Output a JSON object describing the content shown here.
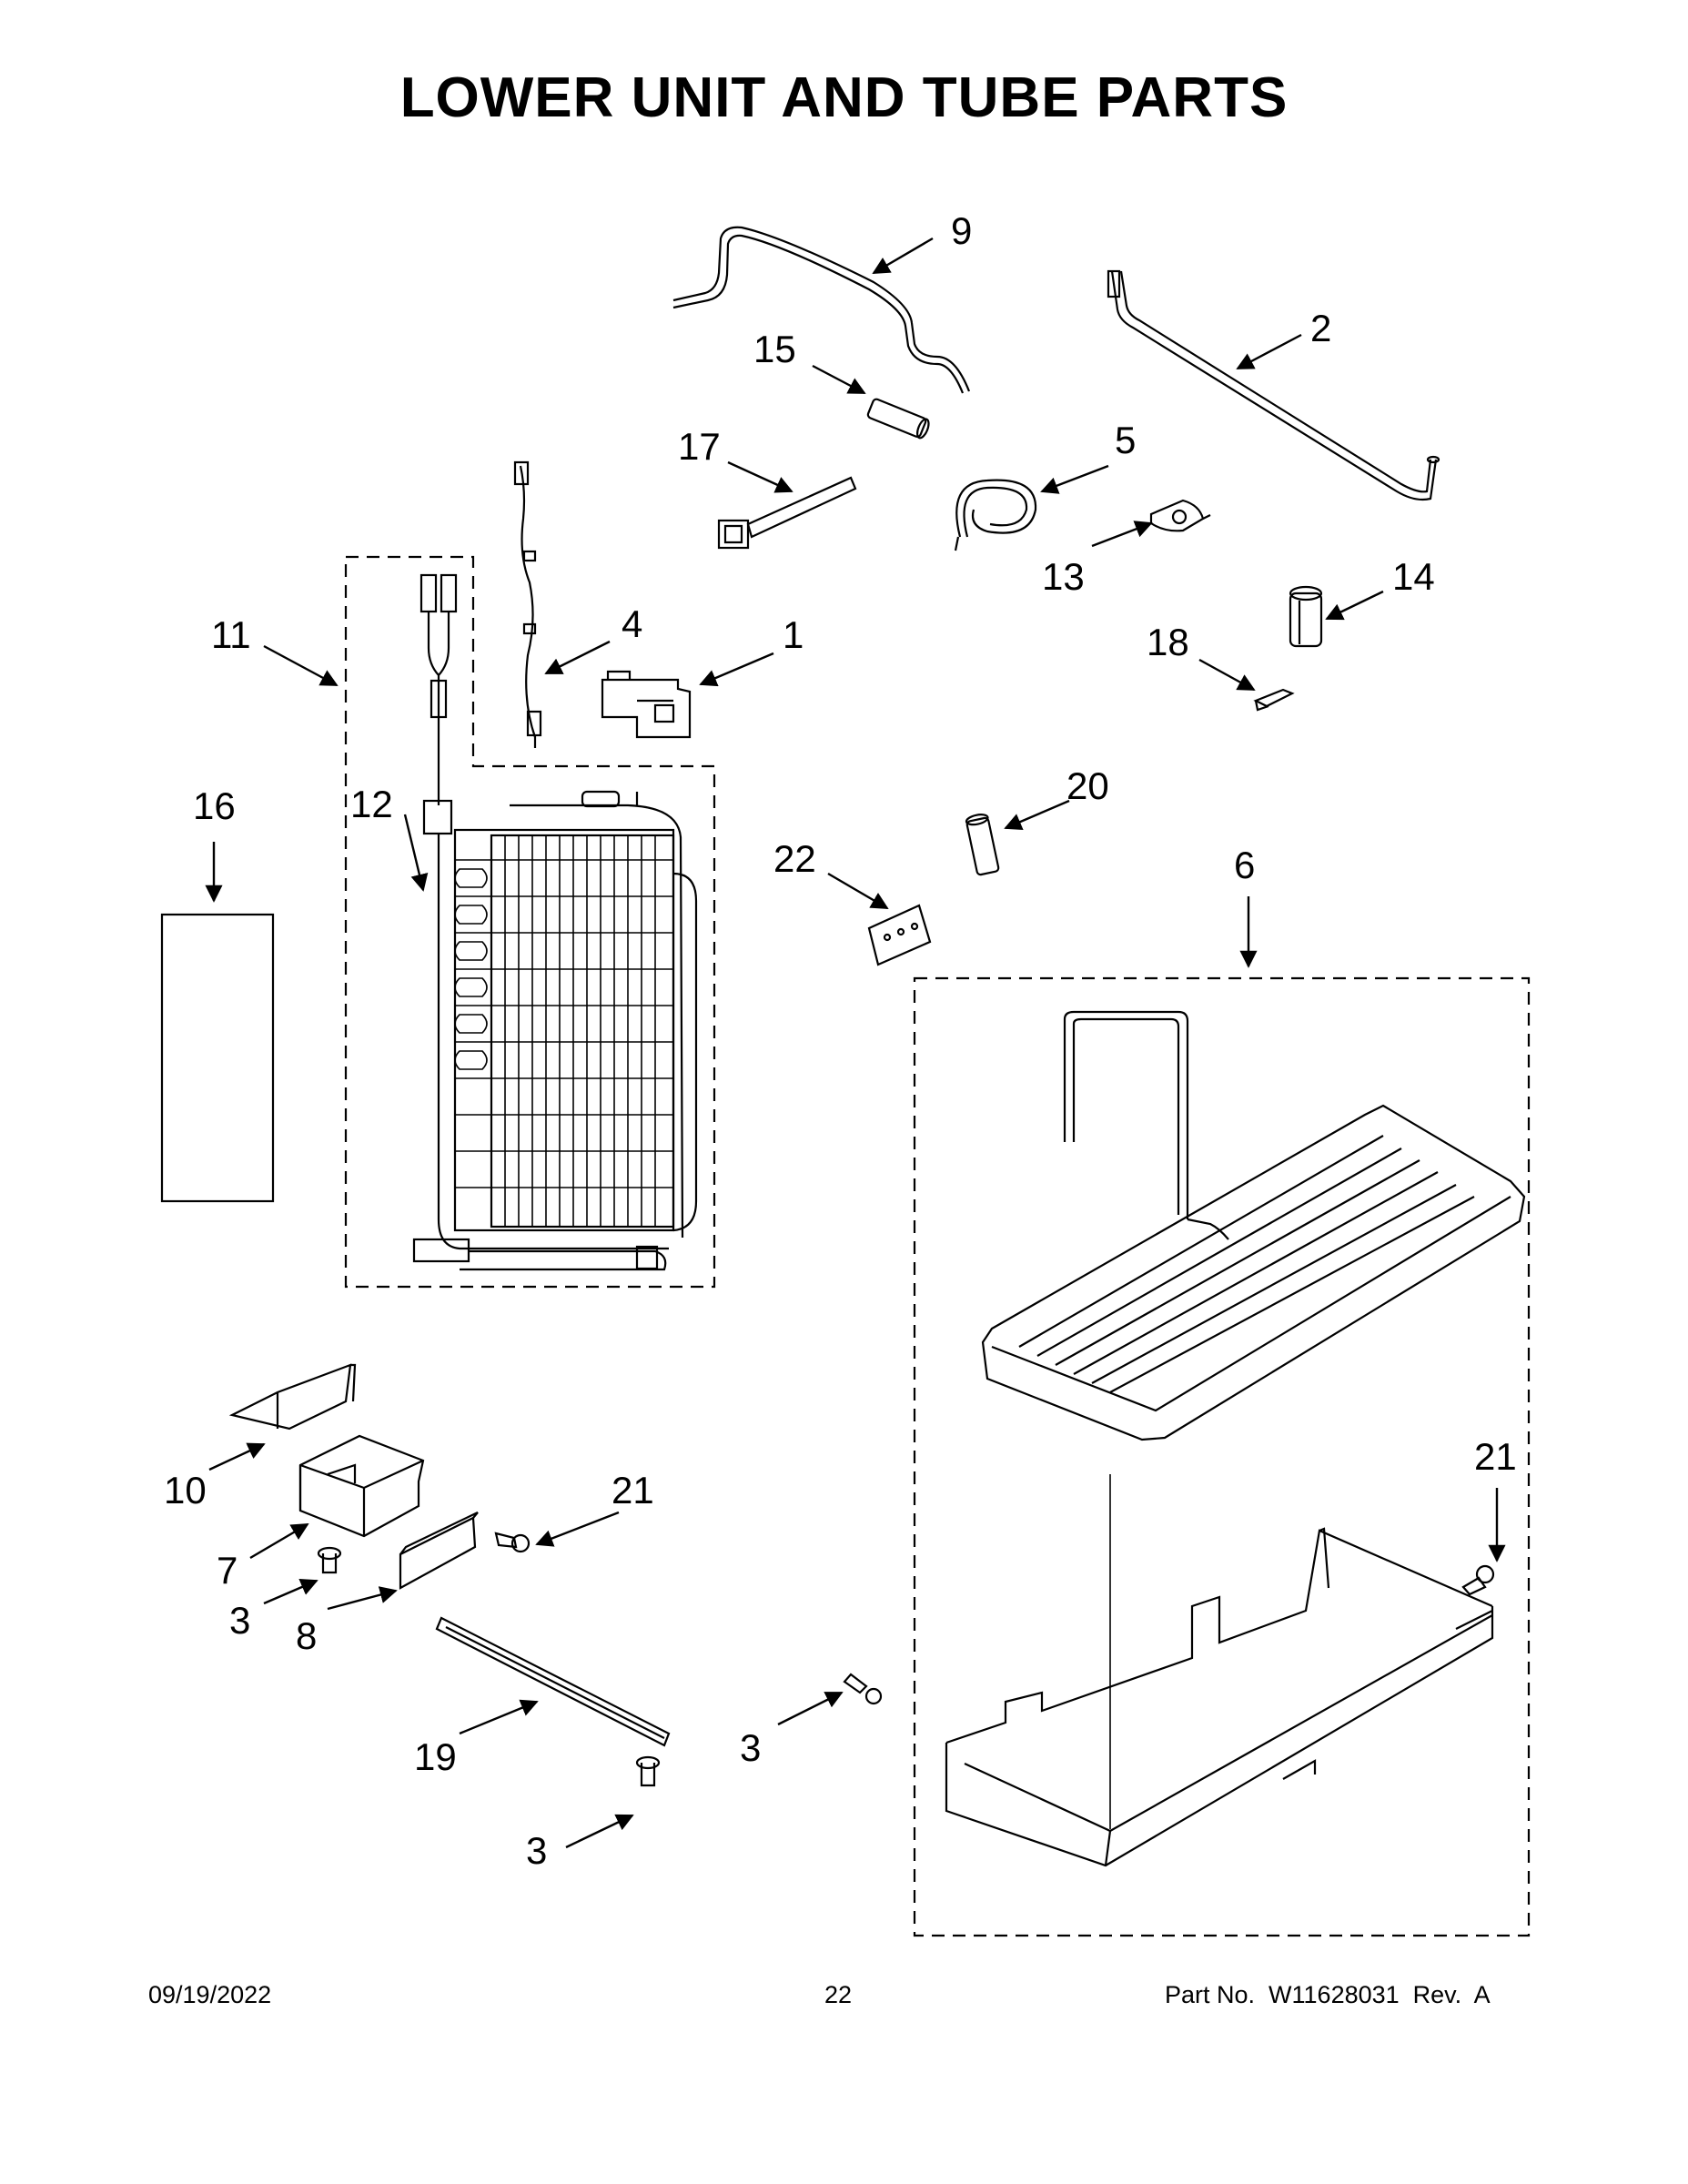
{
  "title": "LOWER UNIT AND TUBE PARTS",
  "callouts": {
    "c1": "1",
    "c2": "2",
    "c3a": "3",
    "c3b": "3",
    "c3c": "3",
    "c4": "4",
    "c5": "5",
    "c6": "6",
    "c7": "7",
    "c8": "8",
    "c9": "9",
    "c10": "10",
    "c11": "11",
    "c12": "12",
    "c13": "13",
    "c14": "14",
    "c15": "15",
    "c16": "16",
    "c17": "17",
    "c18": "18",
    "c19": "19",
    "c20": "20",
    "c21a": "21",
    "c21b": "21",
    "c22": "22"
  },
  "footer": {
    "date": "09/19/2022",
    "page": "22",
    "part_no": "Part No.  W11628031  Rev.  A"
  }
}
